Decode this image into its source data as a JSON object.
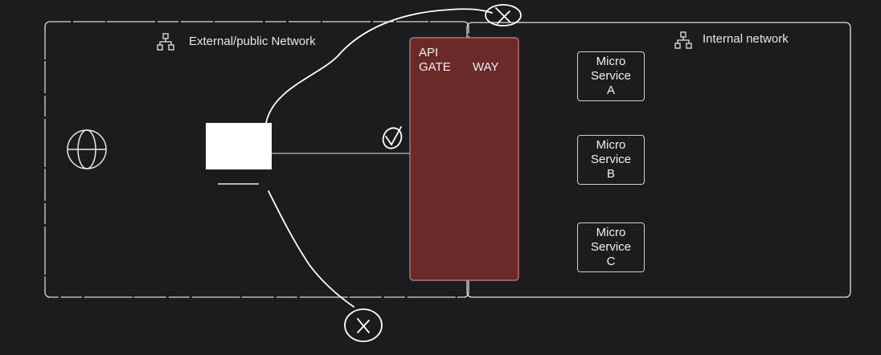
{
  "external_network": {
    "label": "External/public Network",
    "icon": "network-icon"
  },
  "internal_network": {
    "label": "Internal network",
    "icon": "network-icon"
  },
  "api_gateway": {
    "line1": "API",
    "line2": "GATE",
    "line3": "WAY",
    "fill": "#6b2a2a"
  },
  "microservices": [
    {
      "line1": "Micro",
      "line2": "Service",
      "line3": "A"
    },
    {
      "line1": "Micro",
      "line2": "Service",
      "line3": "B"
    },
    {
      "line1": "Micro",
      "line2": "Service",
      "line3": "C"
    }
  ],
  "client": {
    "icon": "monitor-icon"
  },
  "internet": {
    "icon": "globe-icon"
  },
  "marks": {
    "allowed": "check-mark-icon",
    "blocked": "x-mark-icon"
  },
  "colors": {
    "background": "#1c1c1e",
    "stroke": "#e8e8e8",
    "gateway": "#6b2a2a"
  }
}
